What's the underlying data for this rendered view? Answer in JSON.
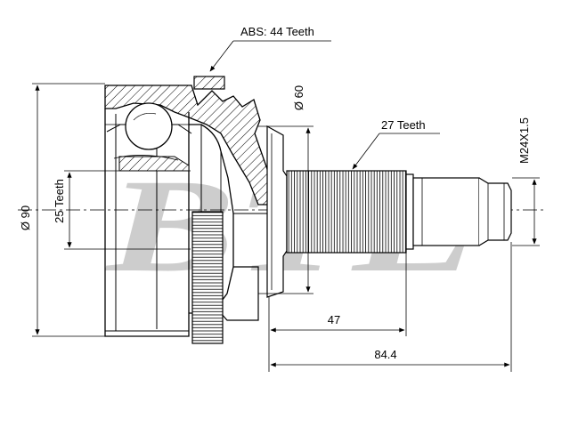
{
  "drawing": {
    "watermark": "BTE",
    "labels": {
      "abs_teeth": "ABS: 44 Teeth",
      "outer_diameter": "Ø 90",
      "inner_teeth": "25 Teeth",
      "bell_diameter": "Ø 60",
      "spline_teeth": "27 Teeth",
      "thread": "M24X1.5",
      "shaft_length": "47",
      "total_length": "84.4"
    }
  }
}
